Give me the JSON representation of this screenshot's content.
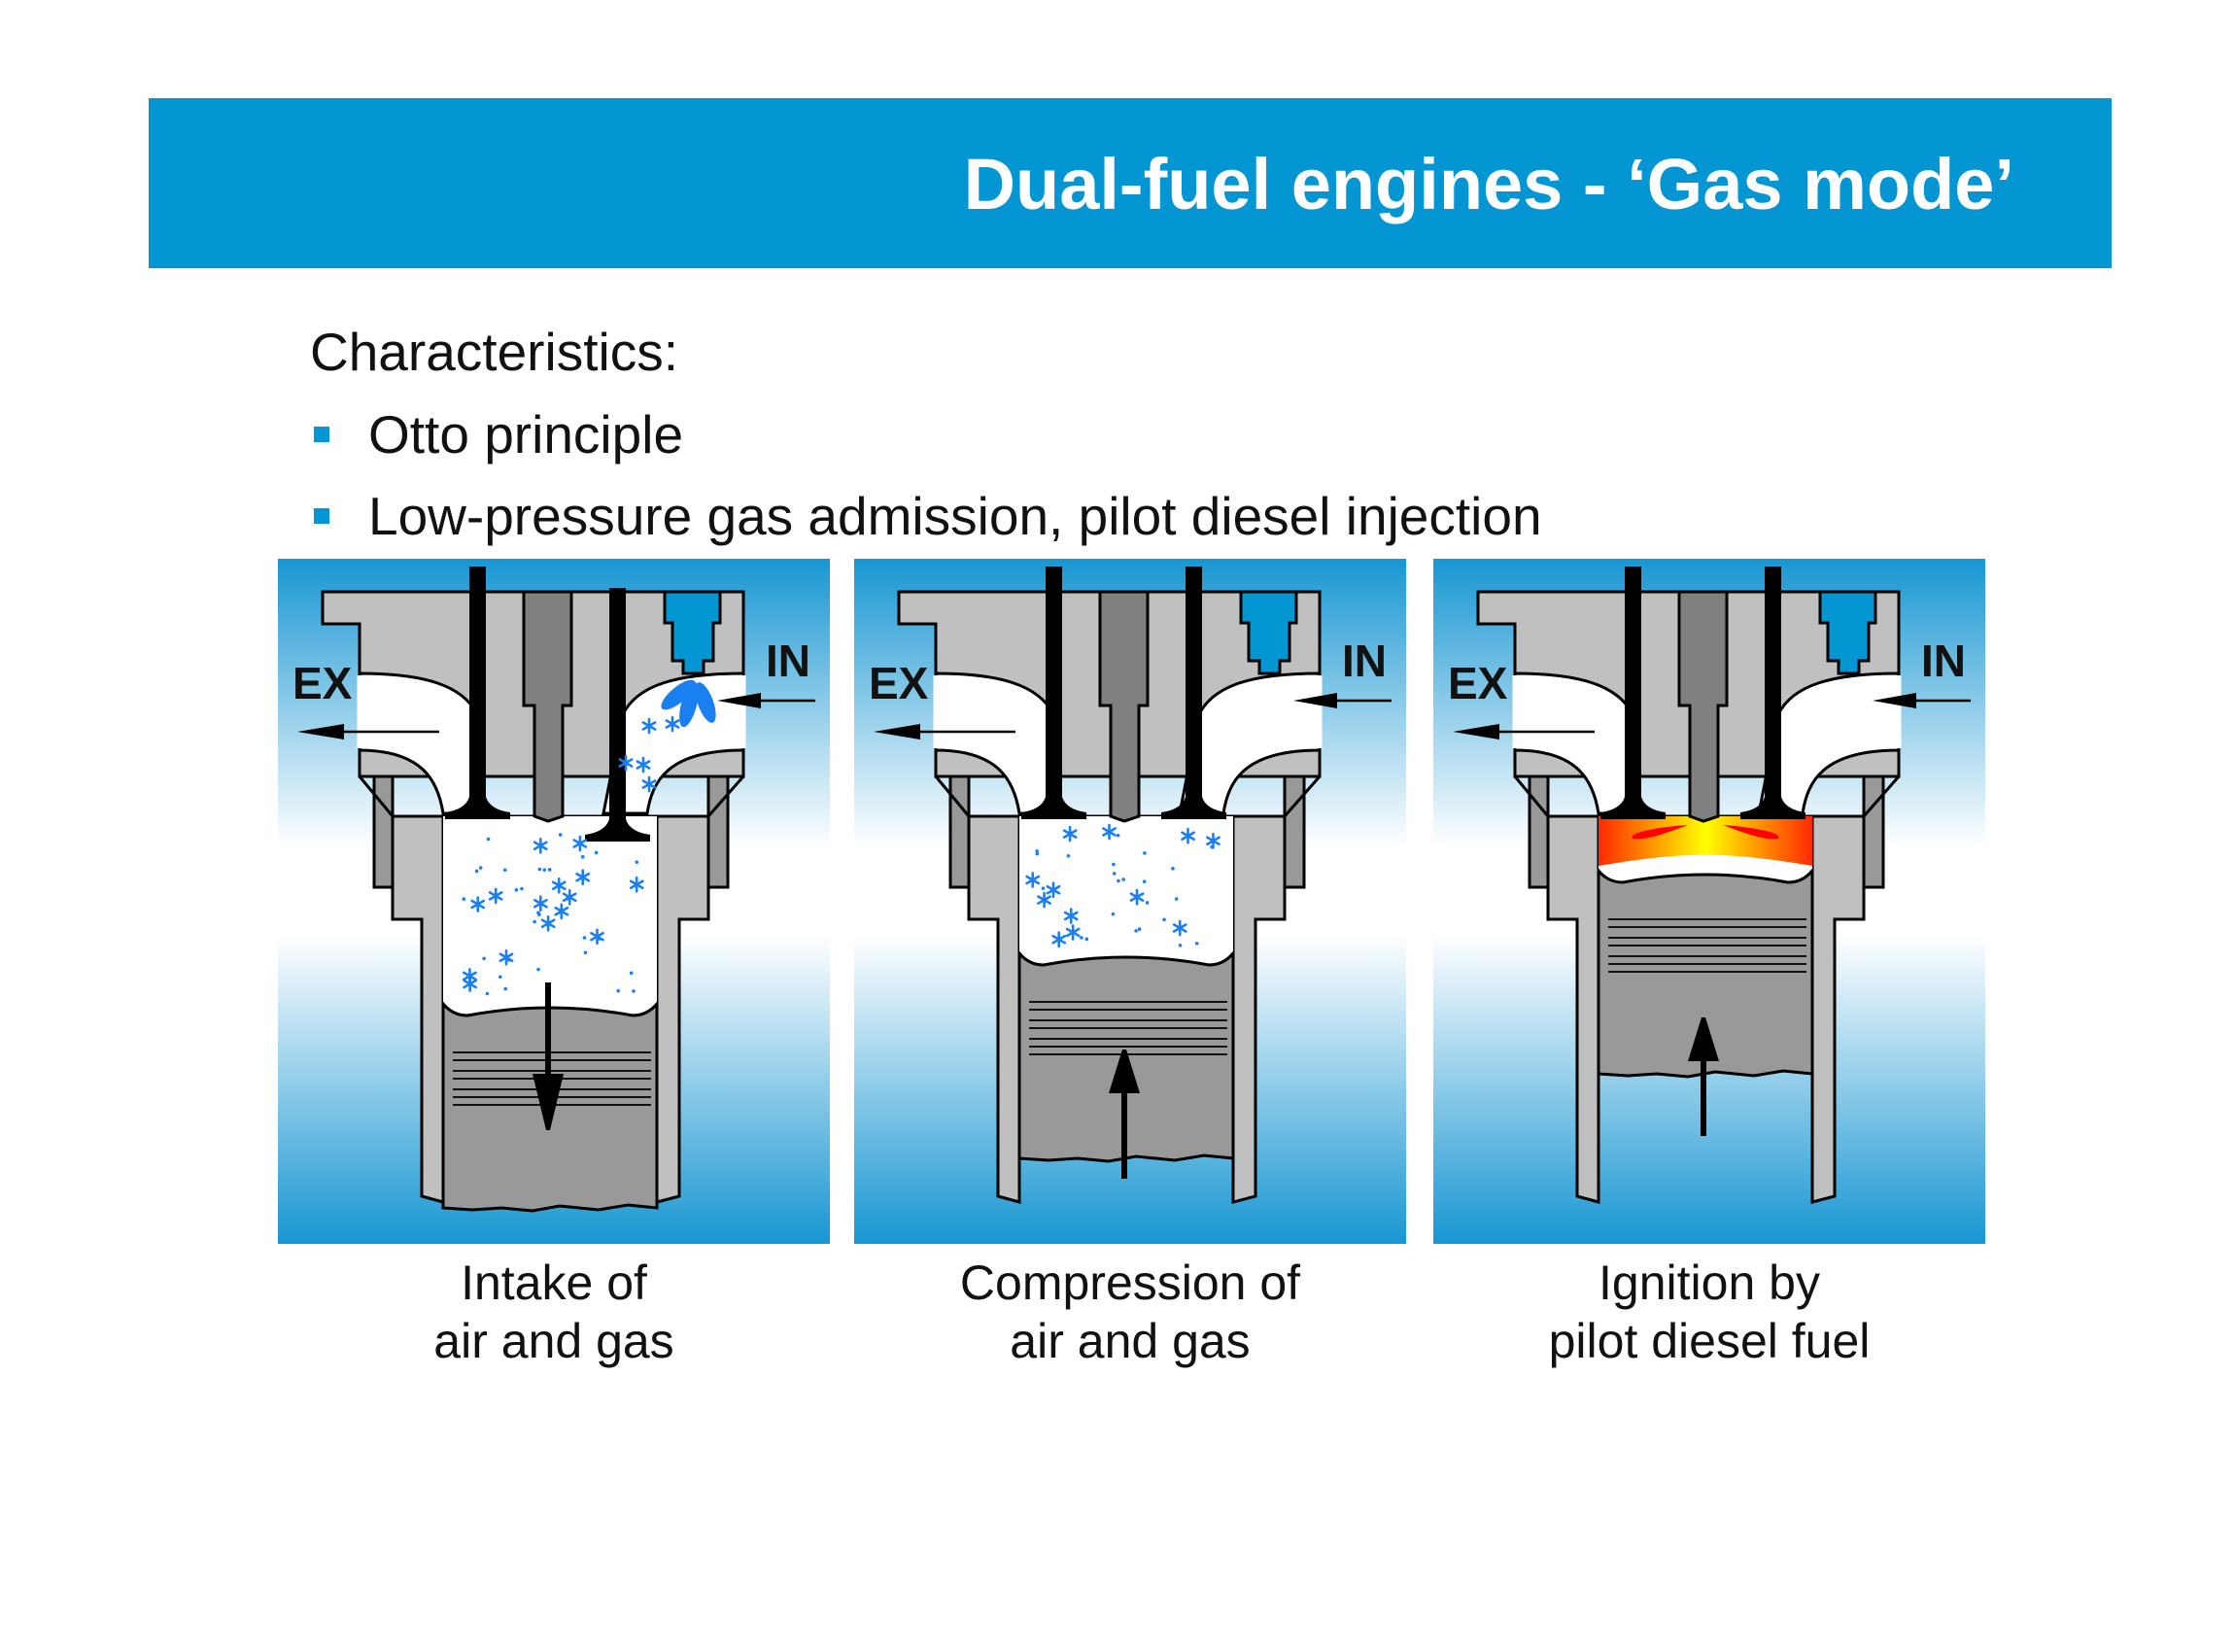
{
  "header": {
    "title": "Dual-fuel engines - ‘Gas mode’"
  },
  "content": {
    "heading": "Characteristics:",
    "bullets": [
      "Otto principle",
      "Low-pressure gas admission, pilot diesel injection"
    ]
  },
  "panels": [
    {
      "stroke": "intake",
      "ex_label": "EX",
      "in_label": "IN",
      "caption_line1": "Intake of",
      "caption_line2": "air and gas"
    },
    {
      "stroke": "compression",
      "ex_label": "EX",
      "in_label": "IN",
      "caption_line1": "Compression of",
      "caption_line2": "air and gas"
    },
    {
      "stroke": "ignition",
      "ex_label": "EX",
      "in_label": "IN",
      "caption_line1": "Ignition by",
      "caption_line2": "pilot diesel fuel"
    }
  ],
  "colors": {
    "accent": "#0396d3",
    "gas": "#1a7ff0",
    "injector": "#0396d3",
    "head": "#c0c0c0",
    "piston": "#999999"
  }
}
